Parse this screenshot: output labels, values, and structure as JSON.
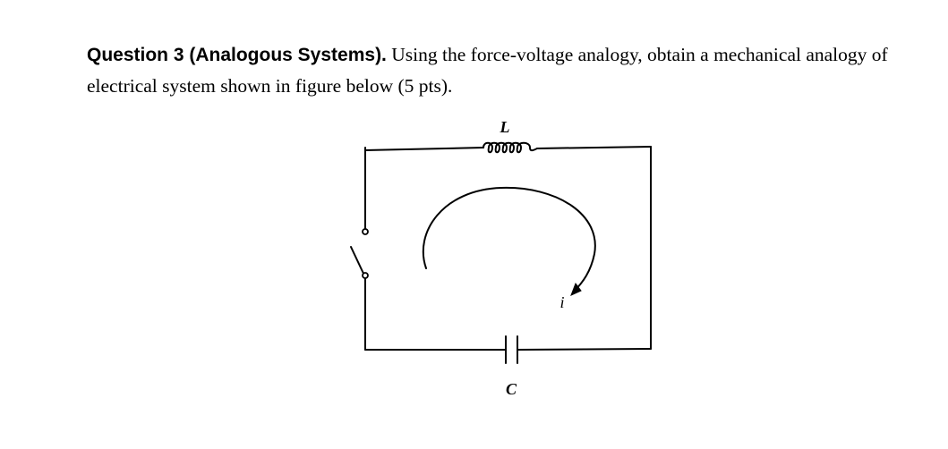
{
  "question": {
    "heading": "Question 3 (Analogous Systems).",
    "body": "Using the force-voltage analogy, obtain a mechanical analogy of electrical system shown in figure below (5 pts)."
  },
  "circuit": {
    "inductor_label": "L",
    "capacitor_label": "C",
    "current_label": "i",
    "components": [
      "switch",
      "inductor",
      "capacitor"
    ],
    "current_direction": "clockwise"
  }
}
